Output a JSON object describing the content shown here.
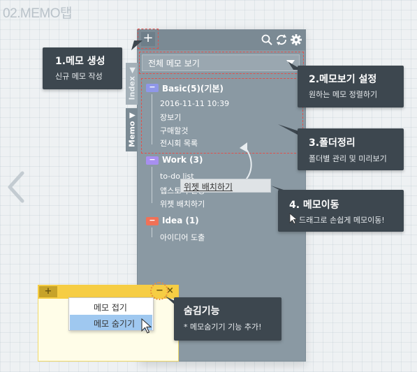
{
  "heading": "02.MEMO탭",
  "toolbar": {
    "add_label": "+"
  },
  "filter": {
    "selected": "전체 메모 보기"
  },
  "side_tabs": {
    "index": "Index ◀",
    "memo": "Memo ▼"
  },
  "folders": [
    {
      "name": "Basic(5)(기본)",
      "badge": "−",
      "color": "#8f97e8",
      "items": [
        "2016-11-11  10:39",
        "장보기",
        "구매할것",
        "전시회 목록"
      ]
    },
    {
      "name": "Work (3)",
      "badge": "−",
      "color": "#a78ff0",
      "items": [
        "to-do list",
        "앱스토어 신청",
        "위젯 배치하기"
      ]
    },
    {
      "name": "Idea (1)",
      "badge": "−",
      "color": "#f07157",
      "items": [
        "아이디어 도출"
      ]
    }
  ],
  "drag_ghost": "위젯 배치하기",
  "callouts": {
    "create": {
      "title": "1.메모 생성",
      "desc": "신규 메모 작성"
    },
    "view": {
      "title": "2.메모보기 설정",
      "desc": "원하는 메모 정렬하기"
    },
    "folder": {
      "title": "3.폴더정리",
      "desc": "폴더별 관리 및 미리보기"
    },
    "move": {
      "title": "4. 메모이동",
      "desc": "드래그로 손쉽게 메모이동!"
    },
    "hide": {
      "title": "숨김기능",
      "desc": "* 메모숨기기 기능 추가!"
    }
  },
  "mini_widget": {
    "plus": "+",
    "minimize": "−",
    "close": "×"
  },
  "context_menu": [
    "메모 접기",
    "메모 숨기기"
  ],
  "colors": {
    "panel": "#8a99a3",
    "callout": "#3d474f",
    "accent_title": "#ffffff",
    "dash": "#e0514c"
  }
}
